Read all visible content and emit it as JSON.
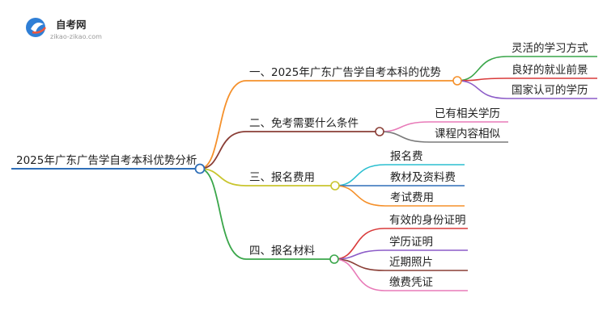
{
  "logo": {
    "title": "自考网",
    "url": "zikao-zikao.com"
  },
  "mindmap": {
    "root": "2025年广东广告学自考本科优势分析",
    "branches": [
      {
        "label": "一、2025年广东广告学自考本科的优势",
        "color": "#f5902a",
        "children": [
          {
            "label": "灵活的学习方式",
            "color": "#3aa64a"
          },
          {
            "label": "良好的就业前景",
            "color": "#d93a3a"
          },
          {
            "label": "国家认可的学历",
            "color": "#8c5cc8"
          }
        ]
      },
      {
        "label": "二、免考需要什么条件",
        "color": "#8a3e36",
        "children": [
          {
            "label": "已有相关学历",
            "color": "#e87ab8"
          },
          {
            "label": "课程内容相似",
            "color": "#7a7a7a"
          }
        ]
      },
      {
        "label": "三、报名费用",
        "color": "#c9c52e",
        "children": [
          {
            "label": "报名费",
            "color": "#2bbfd0"
          },
          {
            "label": "教材及资料费",
            "color": "#2f6fb8"
          },
          {
            "label": "考试费用",
            "color": "#f5902a"
          }
        ]
      },
      {
        "label": "四、报名材料",
        "color": "#3aa64a",
        "children": [
          {
            "label": "有效的身份证明",
            "color": "#d93a3a"
          },
          {
            "label": "学历证明",
            "color": "#8c5cc8"
          },
          {
            "label": "近期照片",
            "color": "#8a3e36"
          },
          {
            "label": "缴费凭证",
            "color": "#e87ab8"
          }
        ]
      }
    ]
  }
}
